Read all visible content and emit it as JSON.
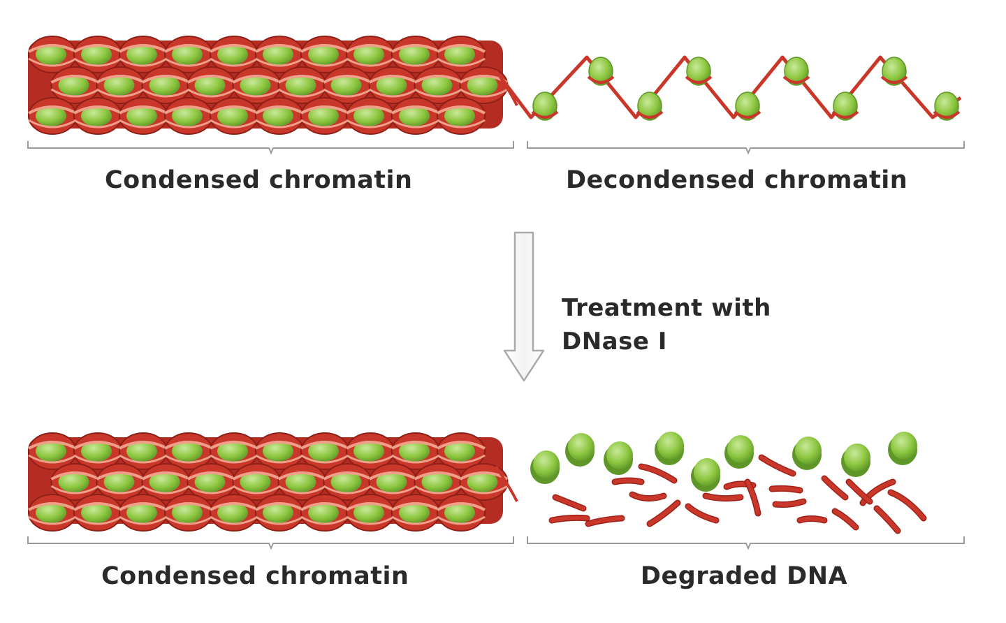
{
  "top": {
    "left_label": "Condensed chromatin",
    "right_label": "Decondensed chromatin"
  },
  "step": {
    "line1": "Treatment with",
    "line2": "DNase I"
  },
  "bottom": {
    "left_label": "Condensed chromatin",
    "right_label": "Degraded DNA"
  },
  "colors": {
    "dna": "#c8372a",
    "dna_light": "#f0a08a",
    "histone": "#8cc63f",
    "histone_light": "#c7e79a",
    "bracket": "#9a9a9a",
    "arrow": "#a8aaa8"
  }
}
